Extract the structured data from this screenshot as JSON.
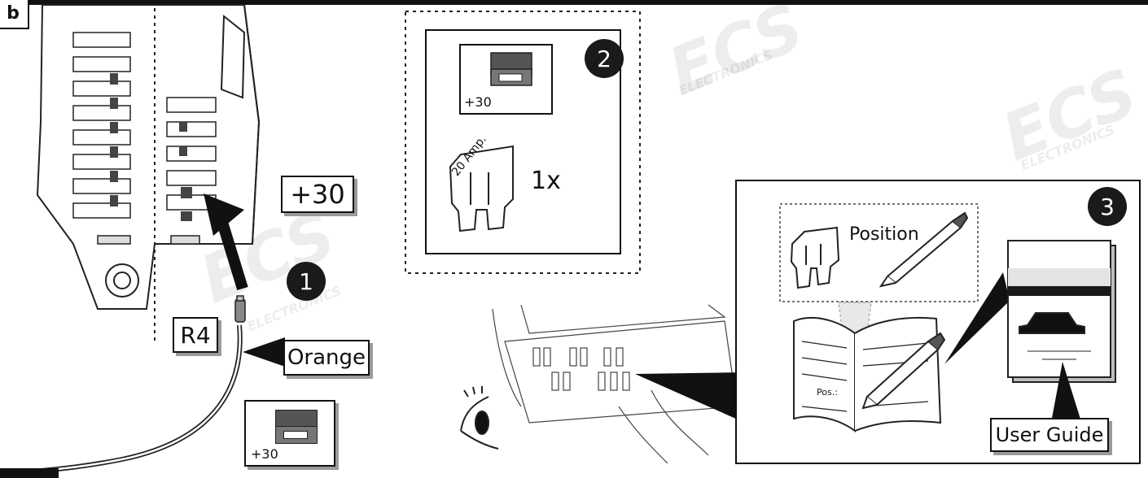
{
  "corner_tag": "b",
  "watermark": {
    "logo": "ECS",
    "sub": "ELECTRONICS"
  },
  "step1": {
    "badge": "1",
    "terminal_label": "+30",
    "connector_label": "R4",
    "wire_color_label": "Orange",
    "relay_label": "+30"
  },
  "step2": {
    "badge": "2",
    "relay_label": "+30",
    "fuse_rating": "20 Amp.",
    "quantity": "1x"
  },
  "step3": {
    "badge": "3",
    "position_label": "Position",
    "pos_field": "Pos.:",
    "guide_label": "User Guide"
  }
}
